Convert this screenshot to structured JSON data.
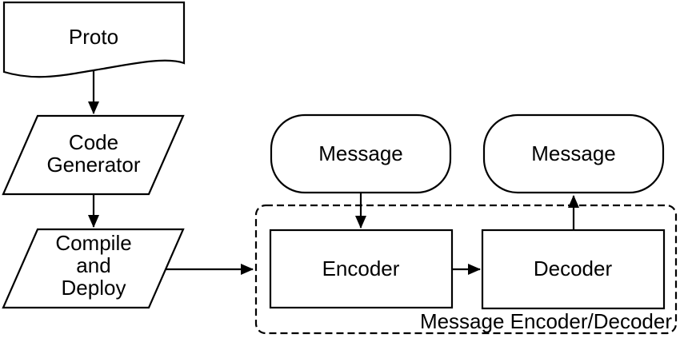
{
  "colors": {
    "background": "#ffffff",
    "line": "#000000",
    "text": "#000000"
  },
  "nodes": {
    "proto": {
      "label": "Proto",
      "shape": "document"
    },
    "code_generator": {
      "line1": "Code",
      "line2": "Generator",
      "shape": "parallelogram"
    },
    "compile_deploy": {
      "line1": "Compile",
      "line2": "and",
      "line3": "Deploy",
      "shape": "parallelogram"
    },
    "message_input": {
      "label": "Message",
      "shape": "rounded"
    },
    "message_output": {
      "label": "Message",
      "shape": "rounded"
    },
    "encoder": {
      "label": "Encoder",
      "shape": "rectangle"
    },
    "decoder": {
      "label": "Decoder",
      "shape": "rectangle"
    }
  },
  "container": {
    "label": "Message Encoder/Decoder",
    "border_style": "dashed"
  },
  "edges": [
    {
      "from": "proto",
      "to": "code_generator",
      "direction": "down"
    },
    {
      "from": "code_generator",
      "to": "compile_deploy",
      "direction": "down"
    },
    {
      "from": "compile_deploy",
      "to": "container",
      "direction": "right"
    },
    {
      "from": "message_input",
      "to": "encoder",
      "direction": "down"
    },
    {
      "from": "encoder",
      "to": "decoder",
      "direction": "right"
    },
    {
      "from": "decoder",
      "to": "message_output",
      "direction": "up"
    }
  ]
}
